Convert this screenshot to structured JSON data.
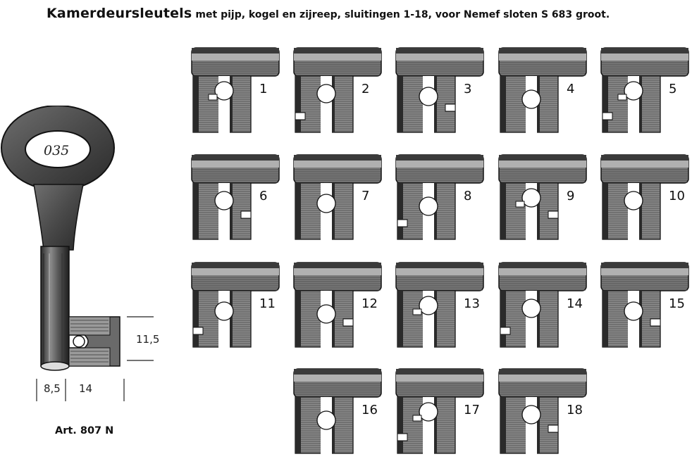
{
  "header": {
    "title_main": "Kamerdeursleutels",
    "title_sub": "met pijp, kogel en zijreep, sluitingen 1-18, voor Nemef sloten S 683 groot."
  },
  "large_key": {
    "tag_number": "035",
    "dim_height": "11,5",
    "dim_pipe": "8,5",
    "dim_bit": "14"
  },
  "article": "Art. 807 N",
  "closings": [
    {
      "number": "1"
    },
    {
      "number": "2"
    },
    {
      "number": "3"
    },
    {
      "number": "4"
    },
    {
      "number": "5"
    },
    {
      "number": "6"
    },
    {
      "number": "7"
    },
    {
      "number": "8"
    },
    {
      "number": "9"
    },
    {
      "number": "10"
    },
    {
      "number": "11"
    },
    {
      "number": "12"
    },
    {
      "number": "13"
    },
    {
      "number": "14"
    },
    {
      "number": "15"
    },
    {
      "number": "16"
    },
    {
      "number": "17"
    },
    {
      "number": "18"
    }
  ]
}
